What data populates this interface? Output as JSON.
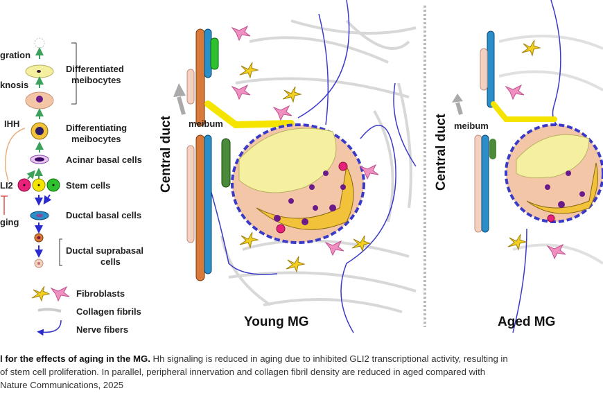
{
  "legend": {
    "migration": "gration",
    "pyknosis": "knosis",
    "ihh": "IHH",
    "gli2": "LI2",
    "aging": "ging",
    "differentiated": [
      "Differentiated",
      "meibocytes"
    ],
    "differentiating": [
      "Differentiating",
      "meibocytes"
    ],
    "acinar_basal": "Acinar basal cells",
    "stem_cells": "Stem cells",
    "ductal_basal": "Ductal basal cells",
    "ductal_suprabasal": [
      "Ductal suprabasal",
      "cells"
    ],
    "fibroblasts": "Fibroblasts",
    "collagen": "Collagen fibrils",
    "nerve": "Nerve fibers"
  },
  "panels": {
    "central_duct": "Central duct",
    "meibum": "meibum",
    "young_title": "Young MG",
    "aged_title": "Aged MG"
  },
  "caption": {
    "line1_bold": "l for the effects of aging in the MG.",
    "line1": " Hh signaling is reduced in aging due to inhibited GLI2 transcriptional activity, resulting in",
    "line2": " of stem cell proliferation. In parallel, peripheral innervation and collagen fibril density are reduced in aged compared with",
    "line3": "Nature Communications, 2025"
  },
  "colors": {
    "yellow_cell": "#f5f0a0",
    "peach_cell": "#f3c6a8",
    "nucleus": "#6b1a8a",
    "stem_pink": "#e8217a",
    "stem_yellow": "#f4e400",
    "stem_green": "#2ec02e",
    "duct_blue": "#2a8fc8",
    "duct_orange": "#d87a3a",
    "nerve": "#3a3ac8",
    "arrow_green": "#3aa05a"
  }
}
